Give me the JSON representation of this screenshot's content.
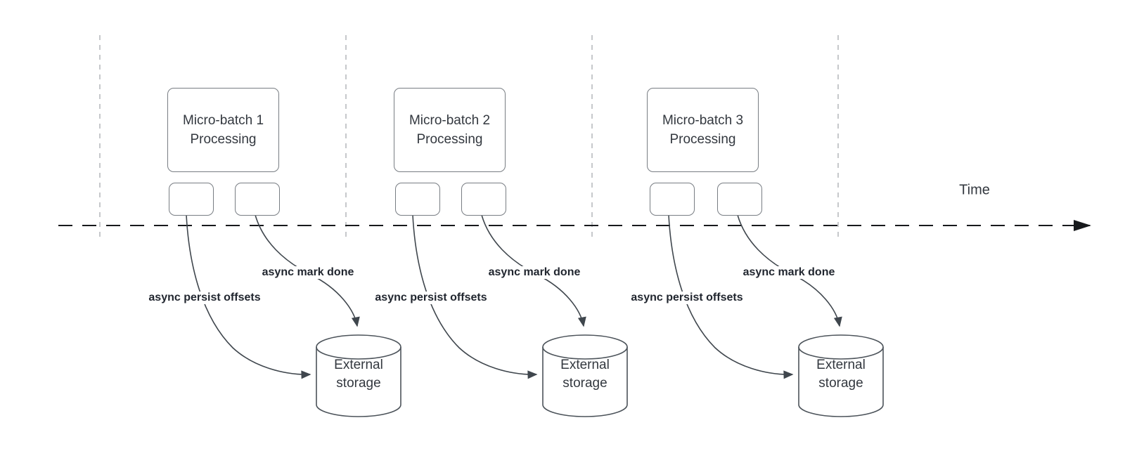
{
  "colors": {
    "bg": "#ffffff",
    "guide-line": "#b3b6ba",
    "timeline": "#17191c",
    "shape-border": "#787d83",
    "cylinder-border": "#4c535a",
    "arrow": "#3f464d",
    "text": "#33383f",
    "label-text": "#21262f"
  },
  "timeline": {
    "label": "Time"
  },
  "sections": [
    {
      "box_label": "Micro-batch 1\nProcessing",
      "persist_label": "async persist offsets",
      "mark_done_label": "async mark done",
      "storage_label": "External\nstorage"
    },
    {
      "box_label": "Micro-batch 2\nProcessing",
      "persist_label": "async persist offsets",
      "mark_done_label": "async mark done",
      "storage_label": "External\nstorage"
    },
    {
      "box_label": "Micro-batch 3\nProcessing",
      "persist_label": "async persist offsets",
      "mark_done_label": "async mark done",
      "storage_label": "External\nstorage"
    }
  ]
}
